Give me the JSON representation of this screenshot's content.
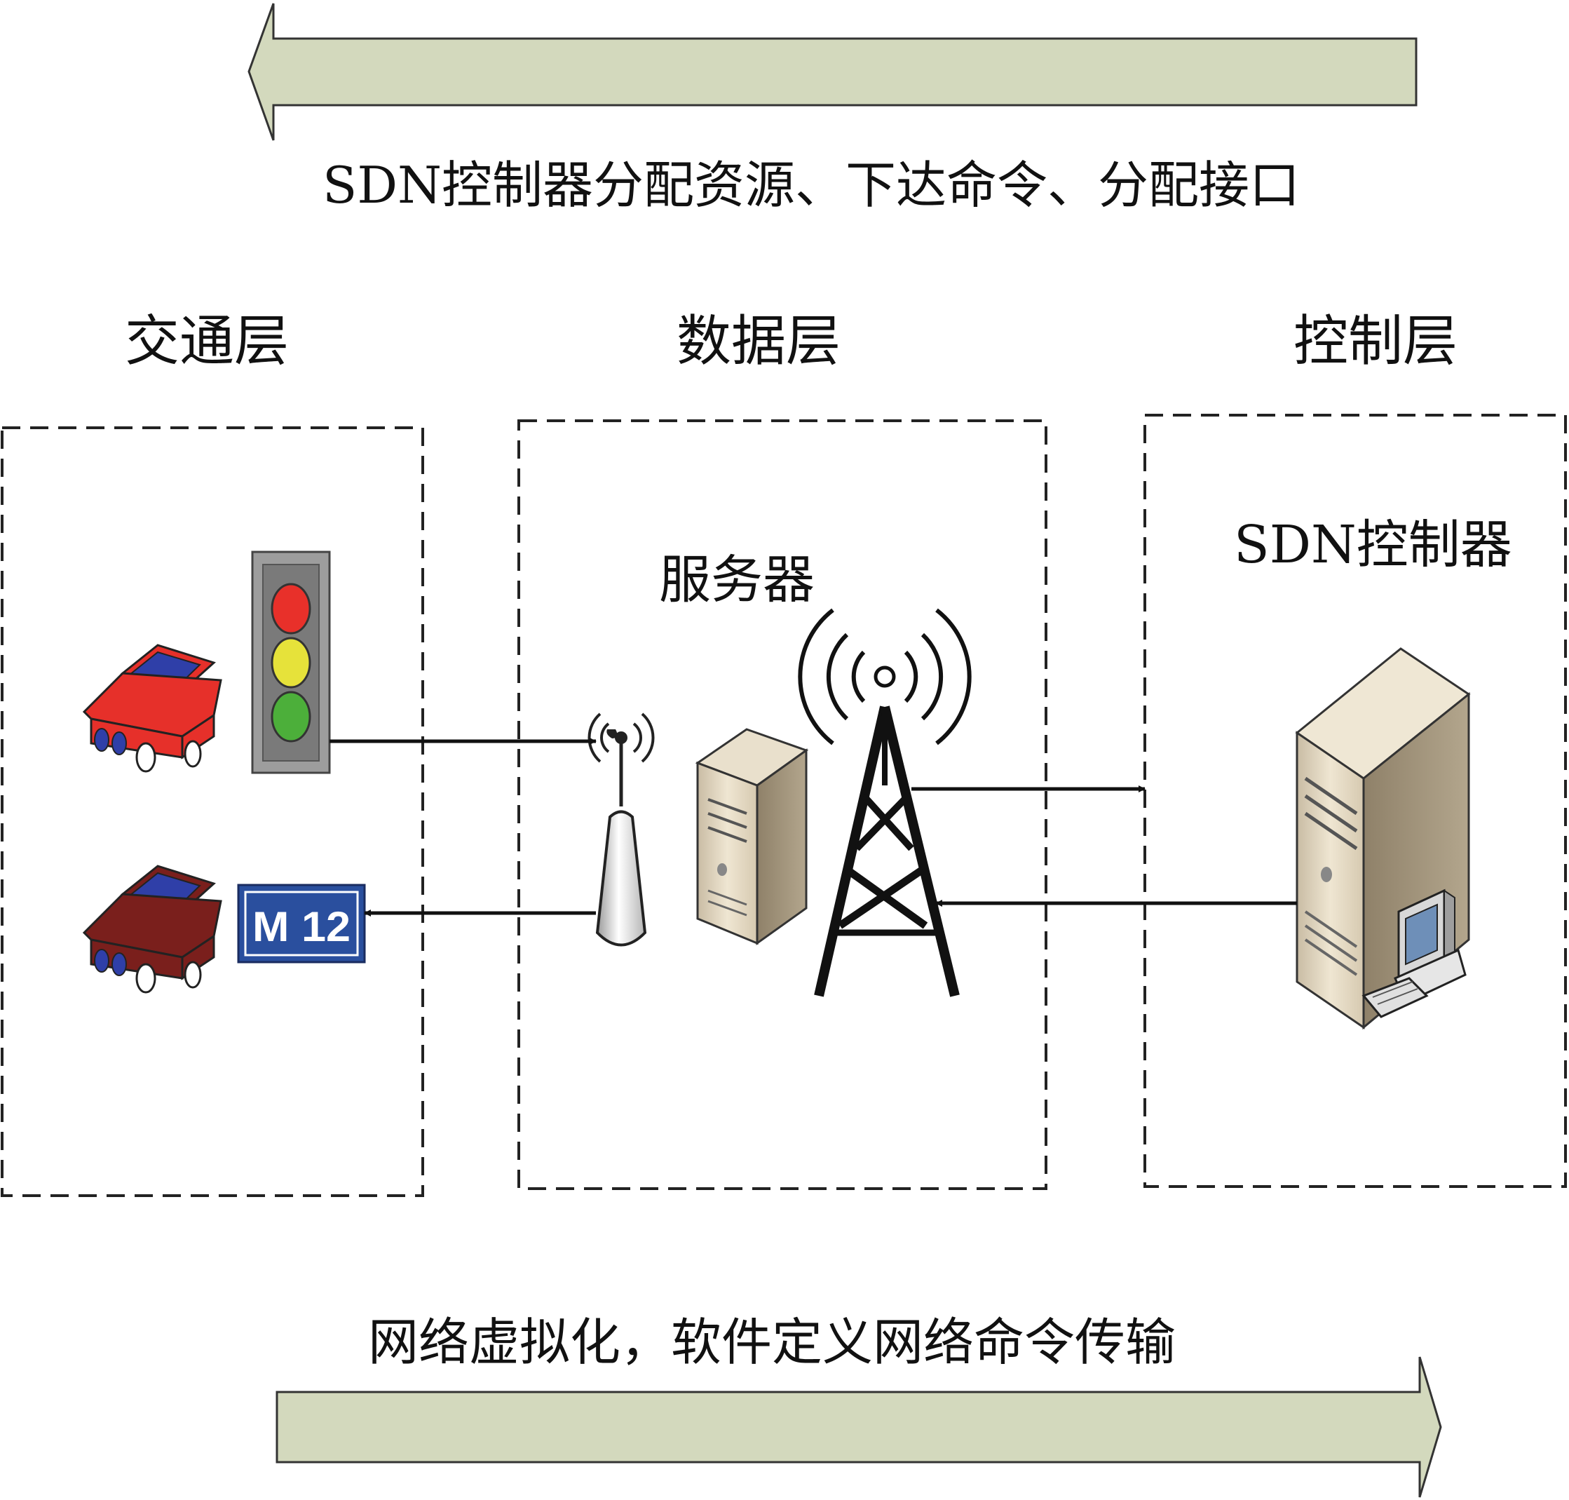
{
  "top_banner": {
    "text": "SDN控制器分配资源、下达命令、分配接口",
    "arrow_direction": "left",
    "arrow_color": "#d3d9bd"
  },
  "bottom_banner": {
    "text": "网络虚拟化，软件定义网络命令传输",
    "arrow_direction": "right",
    "arrow_color": "#d3d9bd"
  },
  "layers": {
    "traffic": {
      "title": "交通层"
    },
    "data": {
      "title": "数据层",
      "node_label": "服务器"
    },
    "control": {
      "title": "控制层",
      "node_label": "SDN控制器"
    }
  },
  "road_sign": {
    "text": "M 12",
    "color": "#2a4f9e"
  },
  "traffic_light": {
    "colors": [
      "#e8302a",
      "#e6e23a",
      "#4caf3a"
    ]
  },
  "cars": [
    {
      "name": "red-car",
      "color": "#e6302a"
    },
    {
      "name": "maroon-car",
      "color": "#7a1f1c"
    }
  ],
  "flows": [
    {
      "from": "traffic-light",
      "to": "antenna"
    },
    {
      "from": "antenna",
      "to": "road-sign"
    },
    {
      "from": "tower",
      "to": "control-layer"
    },
    {
      "from": "sdn-controller",
      "to": "tower"
    }
  ]
}
